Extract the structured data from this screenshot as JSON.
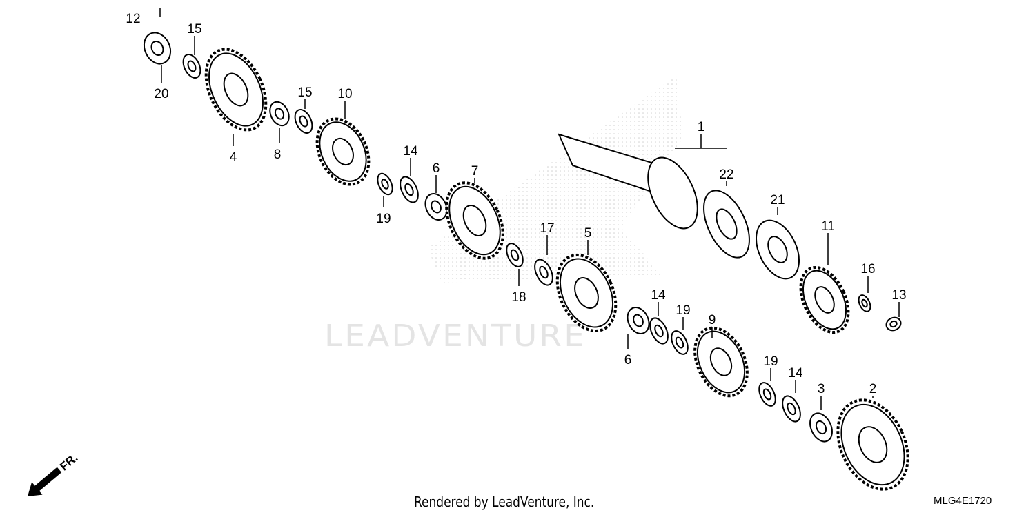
{
  "diagram": {
    "callouts": [
      "12",
      "15",
      "20",
      "4",
      "8",
      "15",
      "10",
      "14",
      "6",
      "19",
      "7",
      "17",
      "18",
      "5",
      "1",
      "22",
      "21",
      "11",
      "16",
      "13",
      "14",
      "19",
      "6",
      "9",
      "19",
      "14",
      "3",
      "2"
    ],
    "front_marker": "FR.",
    "watermark": "LEADVENTURE",
    "footer": "Rendered by LeadVenture, Inc.",
    "diagram_code": "MLG4E1720",
    "line_color": "#000000",
    "watermark_color": "#e4e4e4"
  }
}
